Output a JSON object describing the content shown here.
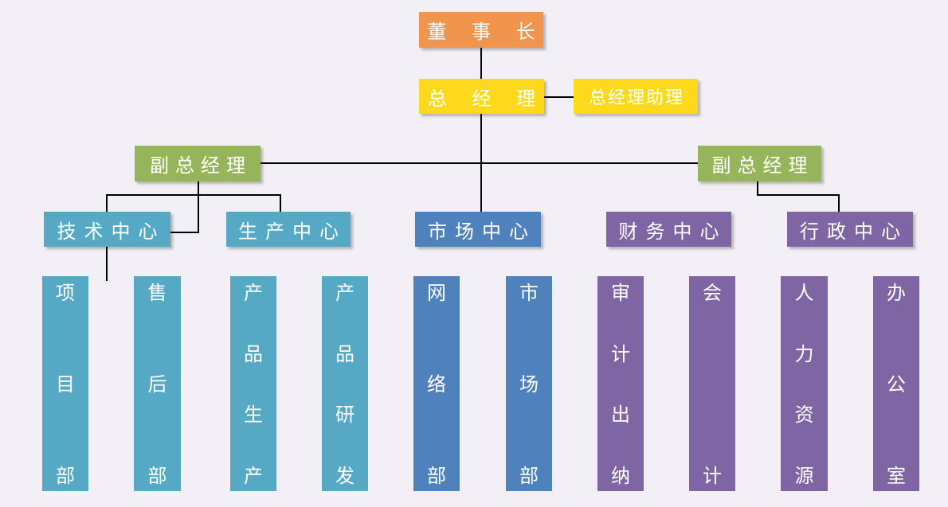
{
  "chairman": "董 事 长",
  "general_manager": "总 经 理",
  "gm_assistant": "总经理助理",
  "vice_gm_left": "副总经理",
  "vice_gm_right": "副总经理",
  "centers": [
    "技术中心",
    "生产中心",
    "市场中心",
    "财务中心",
    "行政中心"
  ],
  "departments": [
    {
      "chars": [
        "项",
        "",
        "目",
        "",
        "部"
      ]
    },
    {
      "chars": [
        "售",
        "",
        "后",
        "",
        "部"
      ]
    },
    {
      "chars": [
        "产",
        "品",
        "",
        "生",
        "产"
      ]
    },
    {
      "chars": [
        "产",
        "品",
        "",
        "研",
        "发"
      ]
    },
    {
      "chars": [
        "网",
        "",
        "络",
        "",
        "部"
      ]
    },
    {
      "chars": [
        "市",
        "",
        "场",
        "",
        "部"
      ]
    },
    {
      "chars": [
        "审",
        "计",
        "",
        "出",
        "纳"
      ]
    },
    {
      "chars": [
        "会",
        "",
        "",
        "",
        "计"
      ]
    },
    {
      "chars": [
        "人",
        "力",
        "",
        "资",
        "源"
      ]
    },
    {
      "chars": [
        "办",
        "",
        "公",
        "",
        "室"
      ]
    }
  ],
  "colors": {
    "chairman": "#f0954e",
    "general": "#fdd91e",
    "vice": "#96b55a",
    "tech_prod": "#55a9c5",
    "market": "#4f81bd",
    "finance_admin": "#7f65a3",
    "background": "#f3eff7",
    "line": "#000000"
  }
}
